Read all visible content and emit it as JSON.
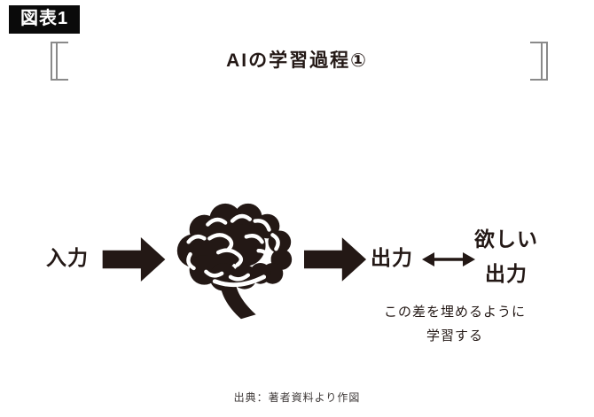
{
  "badge": {
    "label": "図表1"
  },
  "title": {
    "text": "AIの学習過程①"
  },
  "diagram": {
    "input_label": "入力",
    "output_label": "出力",
    "desired_output": {
      "line1": "欲しい",
      "line2": "出力"
    },
    "caption": {
      "line1": "この差を埋めるように",
      "line2": "学習する"
    },
    "icons": {
      "brain": "brain-icon",
      "input_flow_arrow": "block-arrow-right-icon",
      "output_flow_arrow": "block-arrow-right-icon",
      "compare_arrow": "double-headed-arrow-icon"
    }
  },
  "footer": {
    "source": "出典：著者資料より作図"
  },
  "colors": {
    "bg": "#ffffff",
    "ink": "#231815",
    "badge_bg": "#0a0a0a",
    "badge_text": "#ffffff",
    "bracket": "#8a8a8a"
  }
}
